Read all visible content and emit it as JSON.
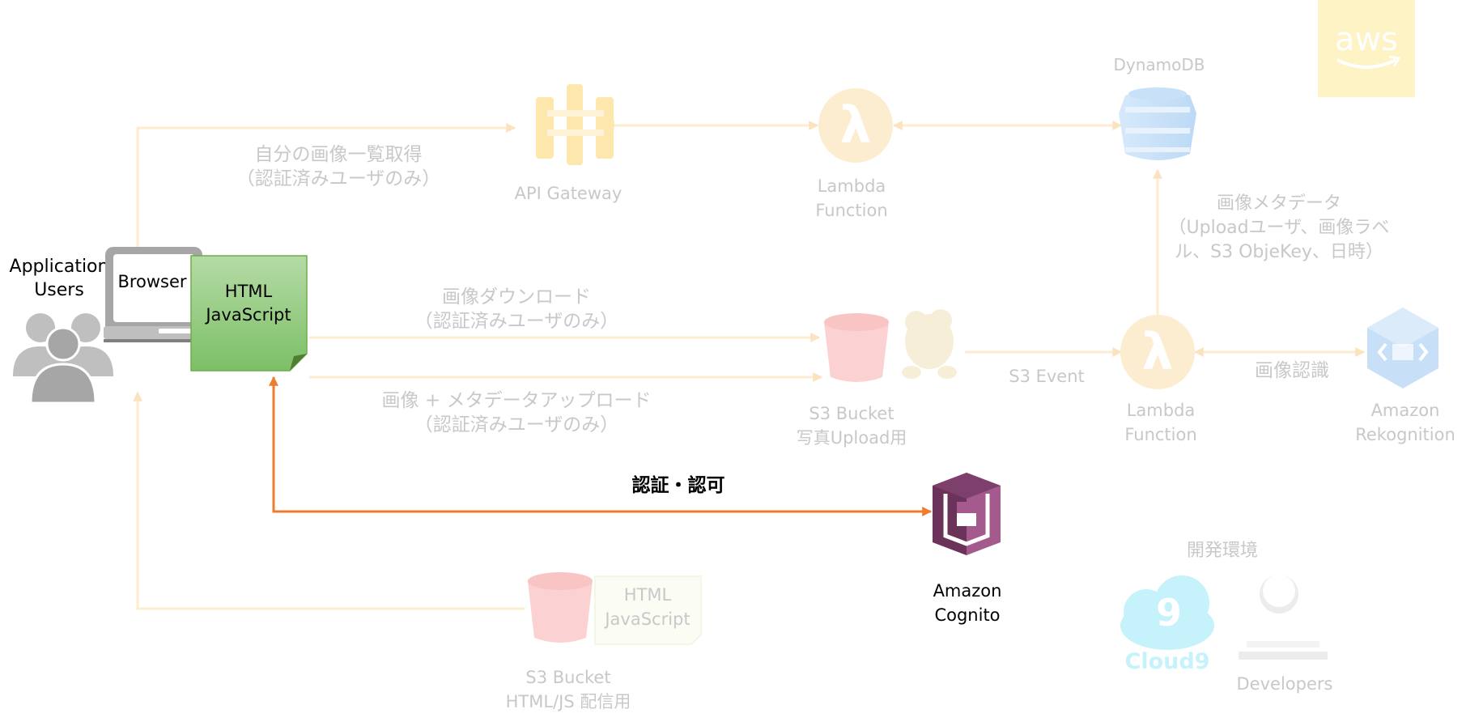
{
  "labels": {
    "users": "Application\nUsers",
    "browser": "Browser",
    "html_js_main": "HTML\nJavaScript",
    "api_gateway": "API Gateway",
    "lambda_top": "Lambda\nFunction",
    "dynamodb": "DynamoDB",
    "list_images": "自分の画像一覧取得\n（認証済みユーザのみ）",
    "download": "画像ダウンロード\n（認証済みユーザのみ）",
    "upload": "画像 + メタデータアップロード\n（認証済みユーザのみ）",
    "s3_upload": "S3 Bucket\n写真Upload用",
    "s3_event": "S3 Event",
    "lambda_right": "Lambda\nFunction",
    "rekognition_edge": "画像認識",
    "rekognition": "Amazon\nRekognition",
    "metadata": "画像メタデータ\n（Uploadユーザ、画像ラベ\nル、S3 ObjeKey、日時）",
    "auth": "認証・認可",
    "cognito": "Amazon\nCognito",
    "s3_html": "S3 Bucket\nHTML/JS 配信用",
    "html_js_s3": "HTML\nJavaScript",
    "dev_env": "開発環境",
    "cloud9": "Cloud9",
    "developers": "Developers",
    "aws": "aws"
  },
  "colors": {
    "faded_text": "#c8c8c8",
    "faded_arrow": "#fdecd0",
    "active_arrow": "#ed7d31",
    "html_box": "#8cc77a",
    "cognito": "#7d3f6b"
  }
}
